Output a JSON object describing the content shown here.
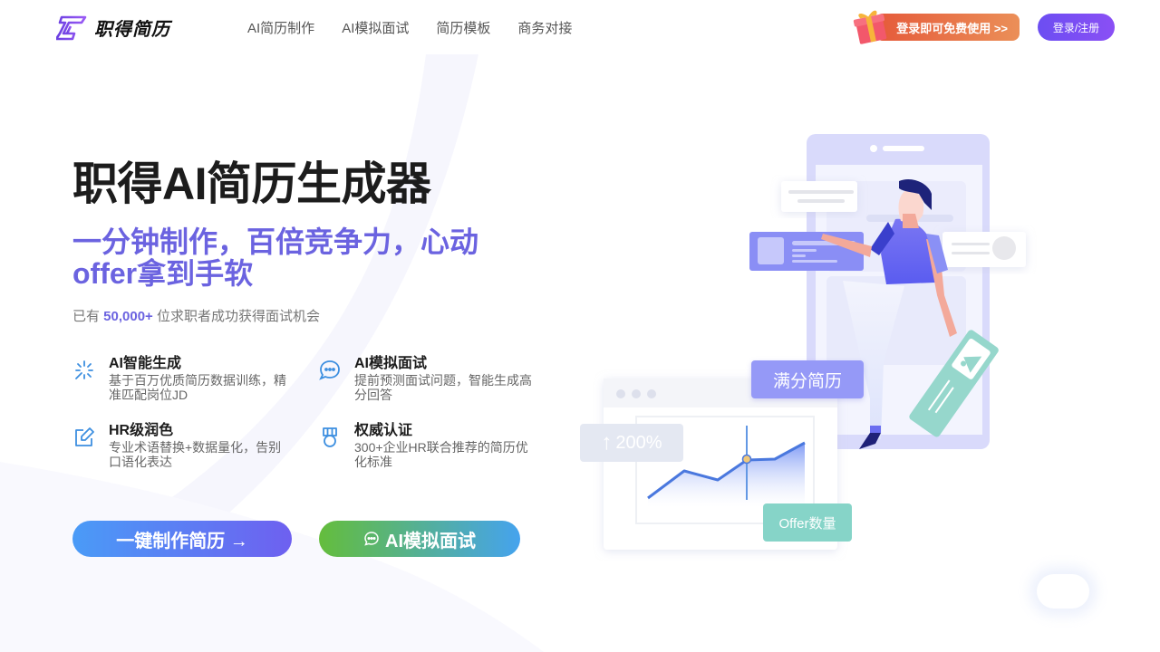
{
  "header": {
    "logo_text": "职得简历",
    "nav": [
      {
        "label": "AI简历制作"
      },
      {
        "label": "AI模拟面试"
      },
      {
        "label": "简历模板"
      },
      {
        "label": "商务对接"
      }
    ],
    "promo_label": "登录即可免费使用 >>",
    "login_label": "登录/注册"
  },
  "hero": {
    "title": "职得AI简历生成器",
    "subtitle": "一分钟制作，百倍竞争力，心动offer拿到手软",
    "stat_prefix": "已有 ",
    "stat_value": "50,000+",
    "stat_suffix": " 位求职者成功获得面试机会"
  },
  "features": [
    {
      "icon": "sparkle-icon",
      "title": "AI智能生成",
      "desc": "基于百万优质简历数据训练，精准匹配岗位JD"
    },
    {
      "icon": "chat-bubble-icon",
      "title": "AI模拟面试",
      "desc": "提前预测面试问题，智能生成高分回答"
    },
    {
      "icon": "edit-icon",
      "title": "HR级润色",
      "desc": "专业术语替换+数据量化，告别口语化表达"
    },
    {
      "icon": "medal-icon",
      "title": "权威认证",
      "desc": "300+企业HR联合推荐的简历优化标准"
    }
  ],
  "cta": {
    "primary_label": "一键制作简历 →",
    "secondary_label": "AI模拟面试"
  },
  "illustration": {
    "tag_growth": "200%",
    "tag_score": "满分简历",
    "tag_offers": "Offer数量"
  },
  "colors": {
    "brand_purple": "#6b63e0",
    "promo_orange": "#e55a3a",
    "login_purple": "#7a4ff3",
    "icon_blue": "#3d8fe0"
  }
}
